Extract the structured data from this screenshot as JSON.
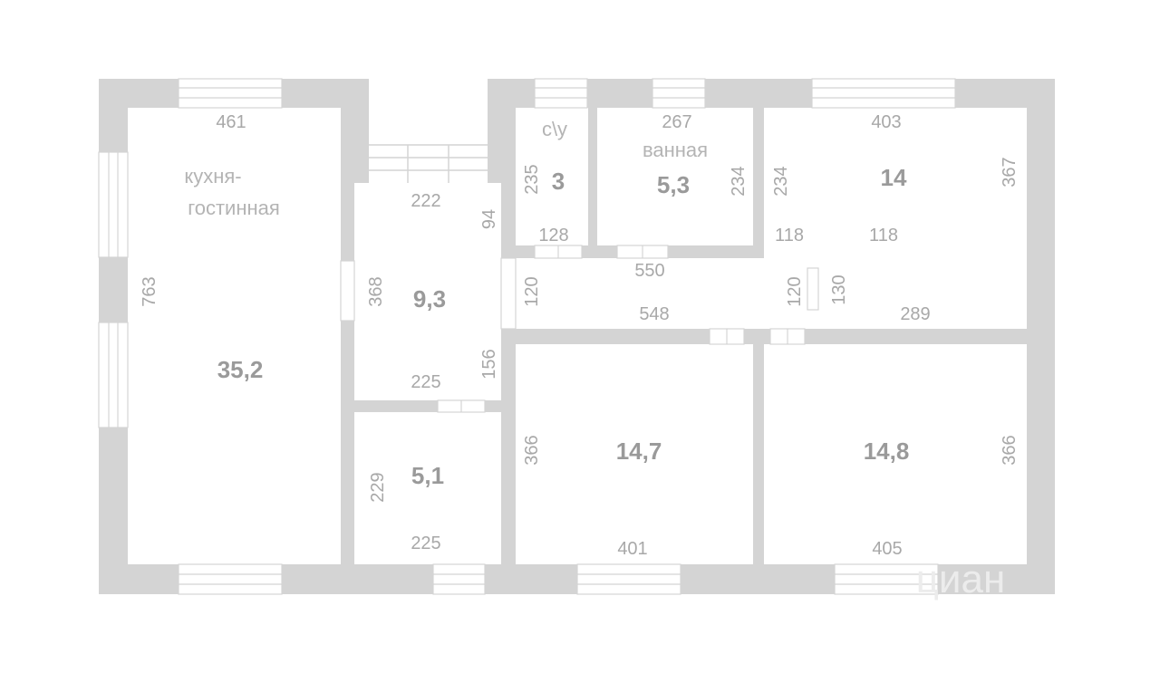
{
  "plan": {
    "rooms": {
      "kitchen": {
        "name": "кухня-\nгостинная",
        "area": "35,2",
        "dims": [
          "461",
          "763"
        ]
      },
      "hall": {
        "area": "9,3",
        "dims": [
          "222",
          "94",
          "368",
          "156",
          "225"
        ]
      },
      "room_small": {
        "area": "5,1",
        "dims": [
          "229",
          "225"
        ]
      },
      "wc": {
        "name": "с\\у",
        "area": "3",
        "dims": [
          "235",
          "128"
        ]
      },
      "bath": {
        "name": "ванная",
        "area": "5,3",
        "dims": [
          "267",
          "234"
        ]
      },
      "bedroom_ne": {
        "area": "14",
        "dims": [
          "403",
          "234",
          "367",
          "118",
          "118",
          "130",
          "289"
        ]
      },
      "corridor": {
        "dims": [
          "550",
          "548",
          "120",
          "120"
        ]
      },
      "bedroom_s1": {
        "area": "14,7",
        "dims": [
          "366",
          "401"
        ]
      },
      "bedroom_s2": {
        "area": "14,8",
        "dims": [
          "366",
          "405"
        ]
      }
    },
    "watermark": "циан",
    "colors": {
      "wall": "#d4d4d4",
      "room": "#ffffff",
      "text": "#a8a8a8",
      "window": "#ffffff"
    }
  }
}
